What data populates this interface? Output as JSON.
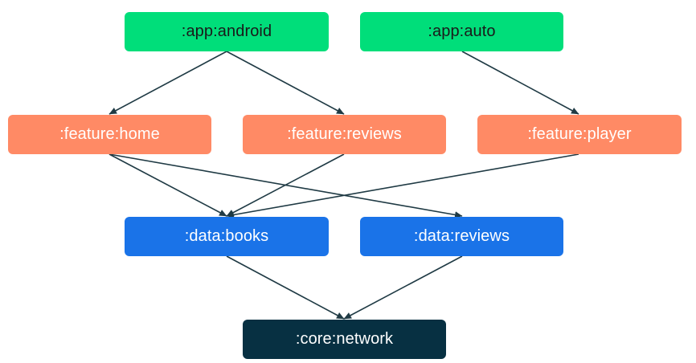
{
  "nodes": {
    "app_android": ":app:android",
    "app_auto": ":app:auto",
    "feature_home": ":feature:home",
    "feature_reviews": ":feature:reviews",
    "feature_player": ":feature:player",
    "data_books": ":data:books",
    "data_reviews": ":data:reviews",
    "core_network": ":core:network"
  },
  "edges": [
    {
      "from": "app_android",
      "to": "feature_home"
    },
    {
      "from": "app_android",
      "to": "feature_reviews"
    },
    {
      "from": "app_auto",
      "to": "feature_player"
    },
    {
      "from": "feature_home",
      "to": "data_books"
    },
    {
      "from": "feature_home",
      "to": "data_reviews"
    },
    {
      "from": "feature_reviews",
      "to": "data_books"
    },
    {
      "from": "feature_player",
      "to": "data_books"
    },
    {
      "from": "data_books",
      "to": "core_network"
    },
    {
      "from": "data_reviews",
      "to": "core_network"
    }
  ],
  "colors": {
    "app": "#00DE7A",
    "feature": "#FF8A65",
    "data": "#1A73E8",
    "core": "#073042",
    "edge": "#1f3a44"
  }
}
